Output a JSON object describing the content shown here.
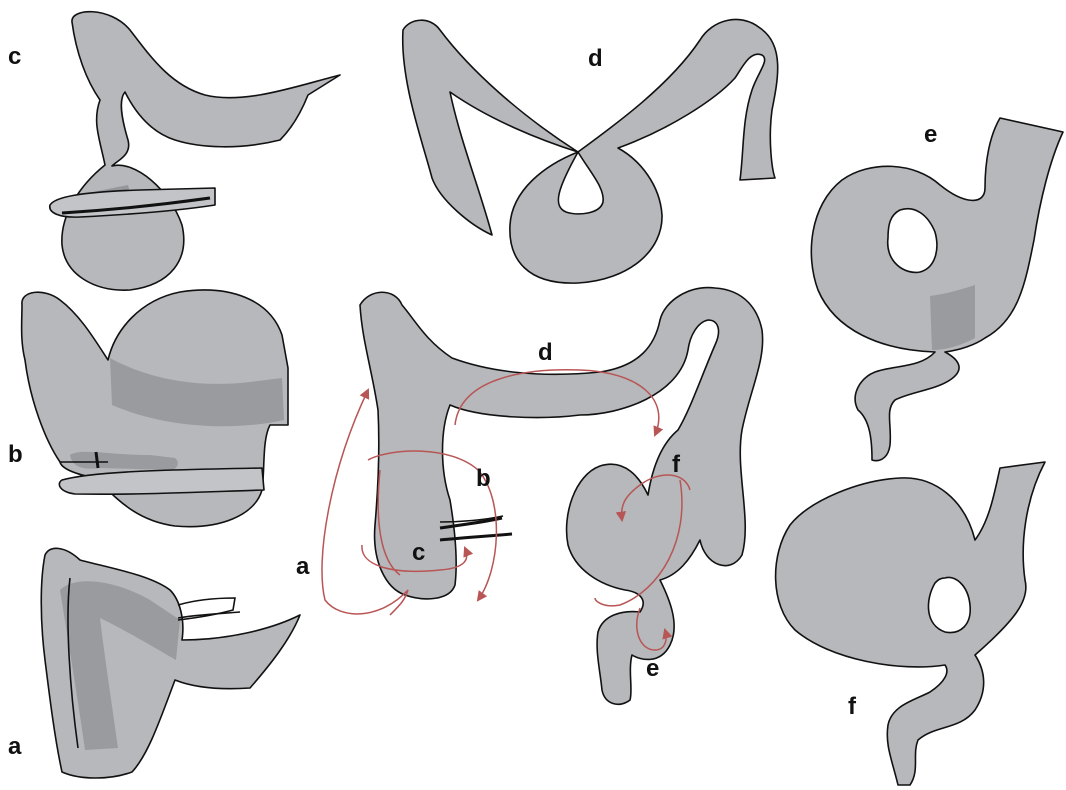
{
  "labels": {
    "panel_c": "c",
    "panel_d": "d",
    "panel_e": "e",
    "panel_b": "b",
    "panel_a": "a",
    "panel_f": "f",
    "center_d": "d",
    "center_b": "b",
    "center_f": "f",
    "center_a": "a",
    "center_c": "c",
    "center_e": "e"
  },
  "colors": {
    "organ_fill": "#b6b8bb",
    "organ_dark": "#8a8c90",
    "outline": "#111111",
    "arrow": "#b85555",
    "background": "#ffffff"
  }
}
